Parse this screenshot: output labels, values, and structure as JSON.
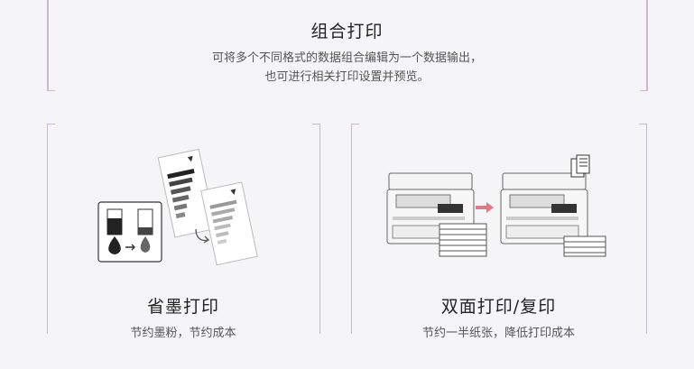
{
  "top": {
    "title": "组合打印",
    "desc_line1": "可将多个不同格式的数据组合编辑为一个数据输出，",
    "desc_line2": "也可进行相关打印设置并预览。"
  },
  "cards": [
    {
      "title": "省墨打印",
      "desc": "节约墨粉，节约成本"
    },
    {
      "title": "双面打印/复印",
      "desc": "节约一半纸张，降低打印成本"
    }
  ],
  "colors": {
    "bracket": "#c9b7d6",
    "arrow": "#e07a8a"
  }
}
